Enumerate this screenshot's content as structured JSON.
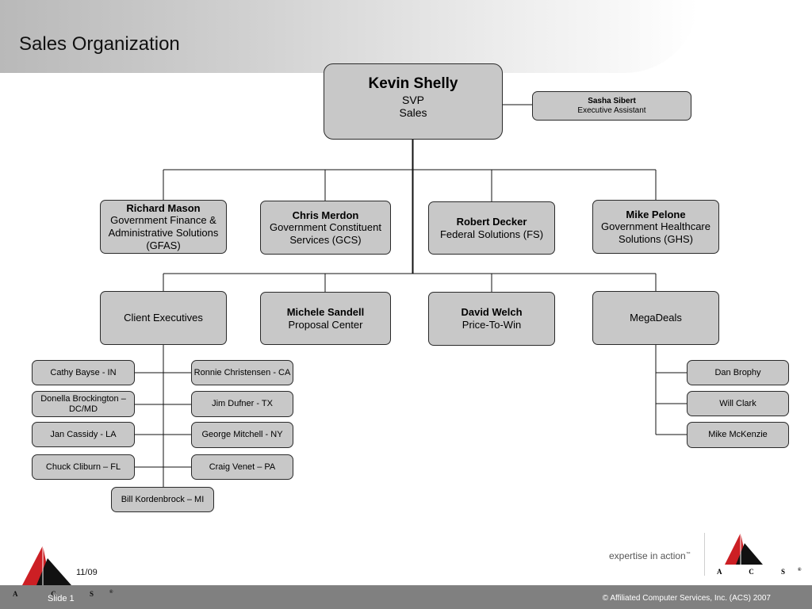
{
  "title": "Sales Organization",
  "top": {
    "name": "Kevin Shelly",
    "line1": "SVP",
    "line2": "Sales"
  },
  "assistant": {
    "name": "Sasha Sibert",
    "role": "Executive Assistant"
  },
  "divisions": [
    {
      "name": "Richard Mason",
      "l1": "Government Finance &",
      "l2": "Administrative Solutions",
      "l3": "(GFAS)"
    },
    {
      "name": "Chris Merdon",
      "l1": "Government Constituent",
      "l2": "Services (GCS)"
    },
    {
      "name": "Robert Decker",
      "l1": "Federal Solutions (FS)"
    },
    {
      "name": "Mike Pelone",
      "l1": "Government Healthcare",
      "l2": "Solutions (GHS)"
    }
  ],
  "units": {
    "client_exec": "Client Executives",
    "proposal": {
      "name": "Michele Sandell",
      "role": "Proposal Center"
    },
    "ptw": {
      "name": "David Welch",
      "role": "Price-To-Win"
    },
    "megadeals": "MegaDeals"
  },
  "client_execs_left": [
    "Cathy Bayse - IN",
    "Donella Brockington – DC/MD",
    "Jan Cassidy - LA",
    "Chuck Cliburn – FL"
  ],
  "client_execs_right": [
    "Ronnie Christensen - CA",
    "Jim Dufner - TX",
    "George Mitchell - NY",
    "Craig Venet – PA"
  ],
  "client_execs_bottom": "Bill Kordenbrock – MI",
  "megadeals_members": [
    "Dan Brophy",
    "Will Clark",
    "Mike McKenzie"
  ],
  "footer": {
    "date": "11/09",
    "slide": "Slide 1",
    "copyright": "© Affiliated Computer Services, Inc. (ACS) 2007",
    "tagline": "expertise in action",
    "tm": "™",
    "brand": "A C S",
    "reg": "®"
  },
  "colors": {
    "box_fill": "#c8c8c8",
    "footer_bar": "#808080",
    "logo_red": "#cc1f24"
  }
}
